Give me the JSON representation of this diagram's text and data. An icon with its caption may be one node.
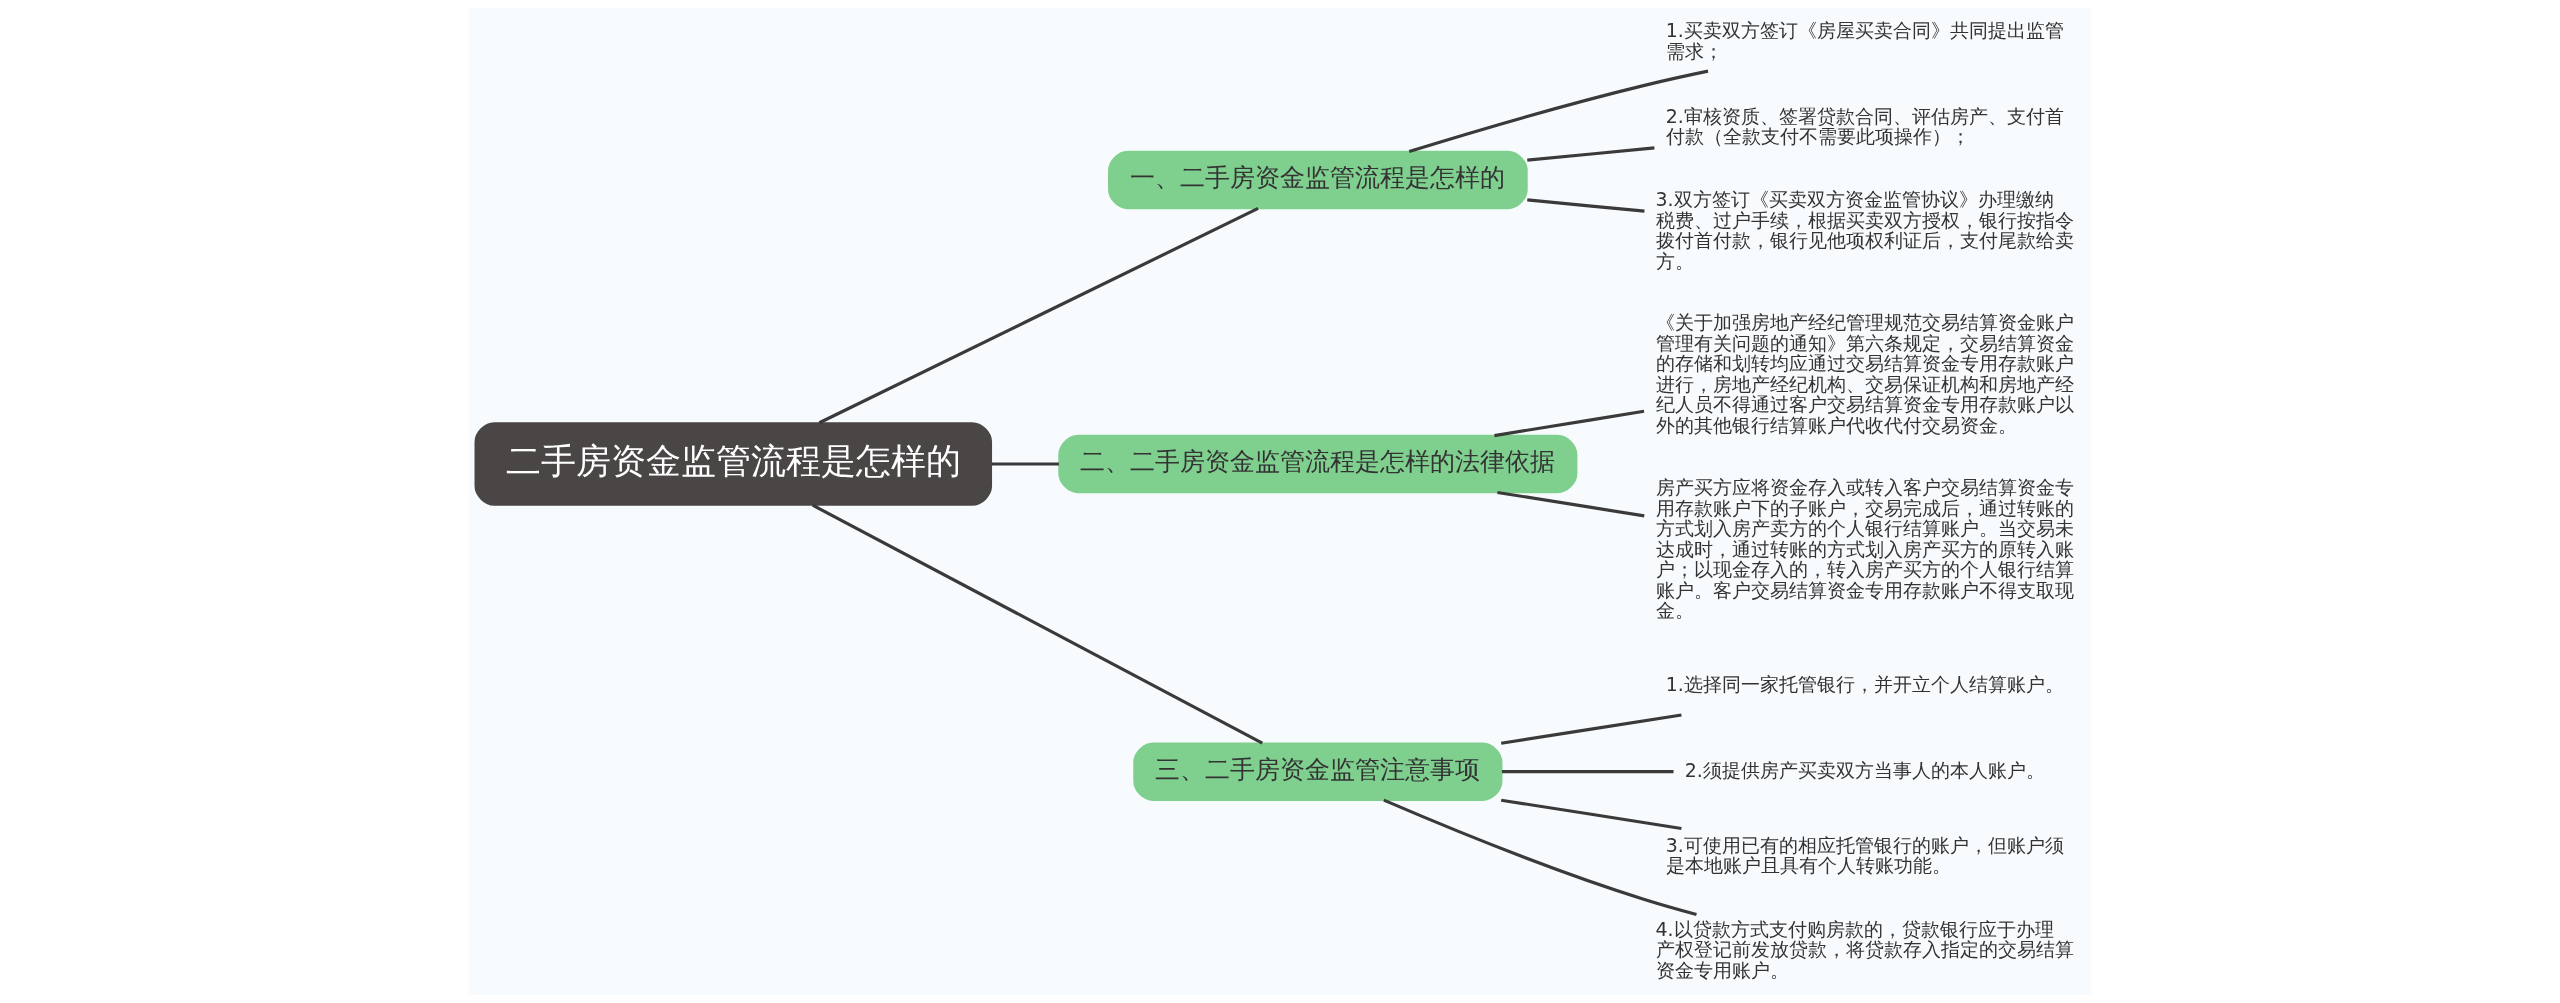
{
  "diagram": {
    "nodes": [
      {
        "text": [
          "二手房资金监管流程是怎样的"
        ]
      },
      {
        "text": [
          "一、二手房资金监管流程是怎样的"
        ]
      },
      {
        "text": [
          "1.买卖双方签订《房屋买卖合同》共同提出监管需求；"
        ]
      },
      {
        "text": [
          "2.审核资质、签署贷款合同、评估房产、支付首付款（全款支付不需要此项操作）；"
        ]
      },
      {
        "text": [
          "3.双方签订《买卖双方资金监管协议》办理缴纳税费、过户手续，根据买卖双方授权，银行按指令拨付首付款，银行见他项权利证后，支付尾款给卖方。"
        ]
      },
      {
        "text": [
          "二、二手房资金监管流程是怎样的法律依据"
        ]
      },
      {
        "text": [
          "《关于加强房地产经纪管理规范交易结算资金账户管理有关问题的通知》第六条规定，交易结算资金的存储和划转均应通过交易结算资金专用存款账户进行，房地产经纪机构、交易保证机构和房地产经纪人员不得通过客户交易结算资金专用存款账户以外的其他银行结算账户代收代付交易资金。"
        ]
      },
      {
        "text": [
          "房产买方应将资金存入或转入客户交易结算资金专用存款账户下的子账户，交易完成后，通过转账的方式划入房产卖方的个人银行结算账户。当交易未达成时，通过转账的方式划入房产买方的原转入账户；以现金存入的，转入房产买方的个人银行结算账户。客户交易结算资金专用存款账户不得支取现金。"
        ]
      },
      {
        "text": [
          "三、二手房资金监管注意事项"
        ]
      },
      {
        "text": [
          "1.选择同一家托管银行，并开立个人结算账户。"
        ]
      },
      {
        "text": [
          "2.须提供房产买卖双方当事人的本人账户。"
        ]
      },
      {
        "text": [
          "3.可使用已有的相应托管银行的账户，但账户须是本地账户且具有个人转账功能。"
        ]
      },
      {
        "text": [
          "4.以贷款方式支付购房款的，贷款银行应于办理产权登记前发放贷款，将贷款存入指定的交易结算资金专用账户。"
        ]
      }
    ],
    "edges": [
      {
        "from": 0,
        "to": 1,
        "arrow": "none"
      },
      {
        "from": 1,
        "to": 2,
        "arrow": "none"
      },
      {
        "from": 1,
        "to": 3,
        "arrow": "none"
      },
      {
        "from": 1,
        "to": 4,
        "arrow": "none"
      },
      {
        "from": 0,
        "to": 5,
        "arrow": "none"
      },
      {
        "from": 5,
        "to": 6,
        "arrow": "none"
      },
      {
        "from": 5,
        "to": 7,
        "arrow": "none"
      },
      {
        "from": 0,
        "to": 8,
        "arrow": "none"
      },
      {
        "from": 8,
        "to": 9,
        "arrow": "none"
      },
      {
        "from": 8,
        "to": 10,
        "arrow": "none"
      },
      {
        "from": 8,
        "to": 11,
        "arrow": "none"
      },
      {
        "from": 8,
        "to": 12,
        "arrow": "none"
      }
    ]
  }
}
